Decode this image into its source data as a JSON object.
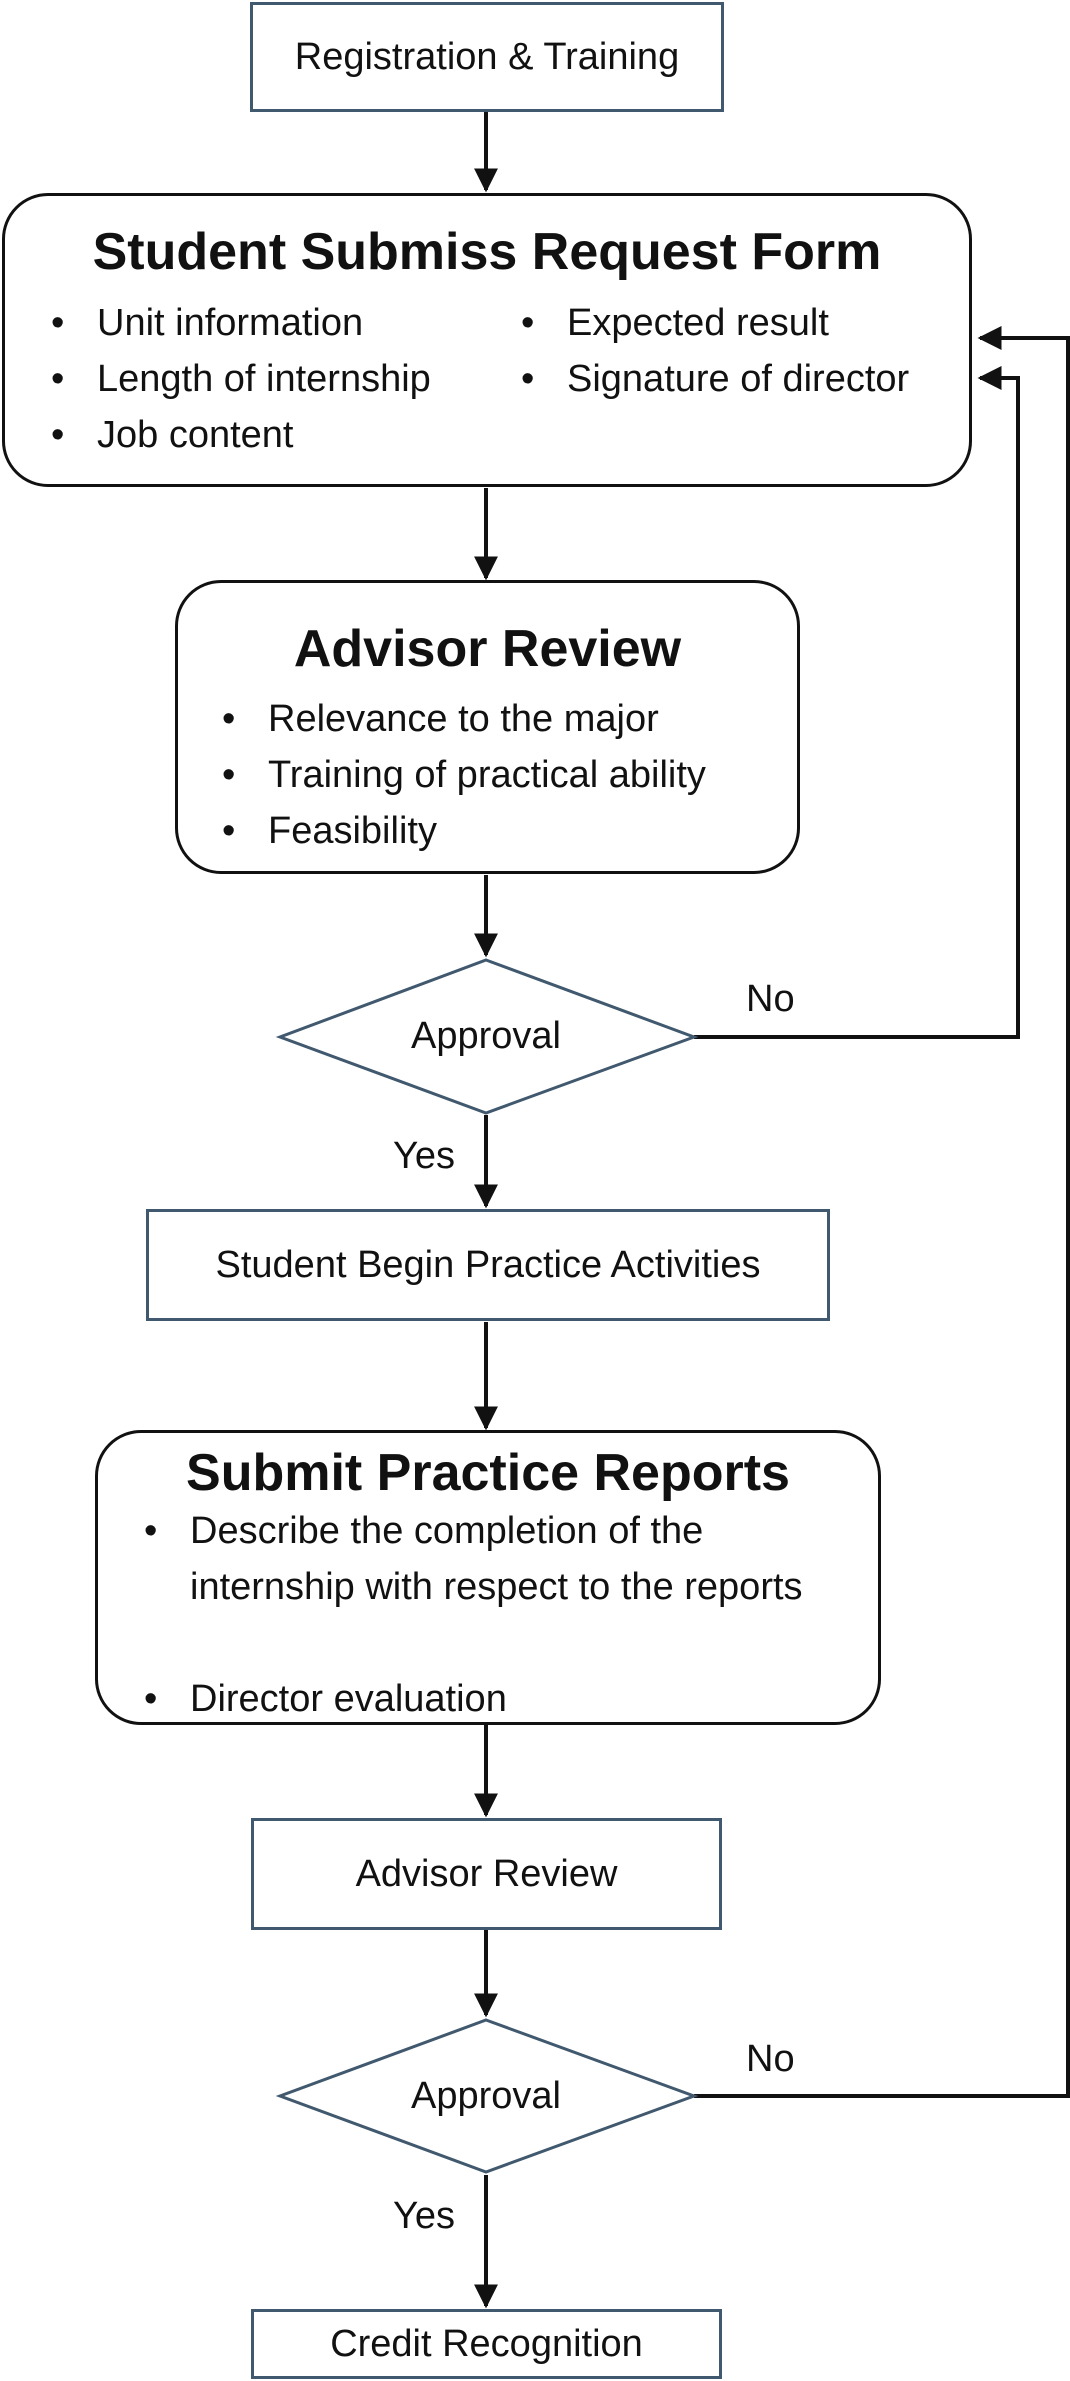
{
  "colors": {
    "rect_border": "#41596e",
    "line": "#111111",
    "diamond_border": "#41596e"
  },
  "nodes": {
    "registration": {
      "label": "Registration & Training"
    },
    "request_form": {
      "title": "Student Submiss Request Form",
      "bullets_left": [
        "Unit information",
        "Length of internship",
        "Job content"
      ],
      "bullets_right": [
        "Expected result",
        "Signature of director"
      ]
    },
    "advisor_review_1": {
      "title": "Advisor Review",
      "bullets": [
        "Relevance to the major",
        "Training of practical ability",
        "Feasibility"
      ]
    },
    "approval_1": {
      "label": "Approval",
      "yes": "Yes",
      "no": "No"
    },
    "begin_practice": {
      "label": "Student Begin Practice Activities"
    },
    "practice_reports": {
      "title": "Submit Practice Reports",
      "bullets": [
        "Describe the completion of the internship with respect to the reports",
        "Director evaluation"
      ]
    },
    "advisor_review_2": {
      "label": "Advisor Review"
    },
    "approval_2": {
      "label": "Approval",
      "yes": "Yes",
      "no": "No"
    },
    "credit": {
      "label": "Credit Recognition"
    }
  },
  "bullet_symbol": "•"
}
